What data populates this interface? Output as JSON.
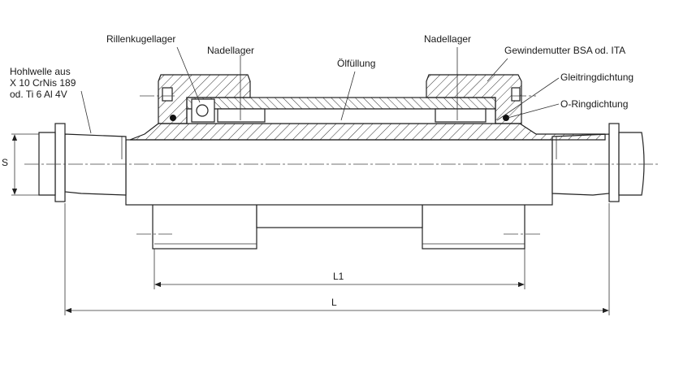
{
  "labels": {
    "hollow_shaft": [
      "Hohlwelle aus",
      "X 10 CrNis 189",
      "od. Ti 6 Al 4V"
    ],
    "ball_bearing": "Rillenkugellager",
    "needle_bearing_left": "Nadellager",
    "oil_filling": "Ölfüllung",
    "needle_bearing_right": "Nadellager",
    "threaded_nut": "Gewindemutter BSA od. ITA",
    "mechanical_seal": "Gleitringdichtung",
    "o_ring_seal": "O-Ringdichtung"
  },
  "dimensions": {
    "s": "S",
    "l1": "L1",
    "l": "L"
  }
}
